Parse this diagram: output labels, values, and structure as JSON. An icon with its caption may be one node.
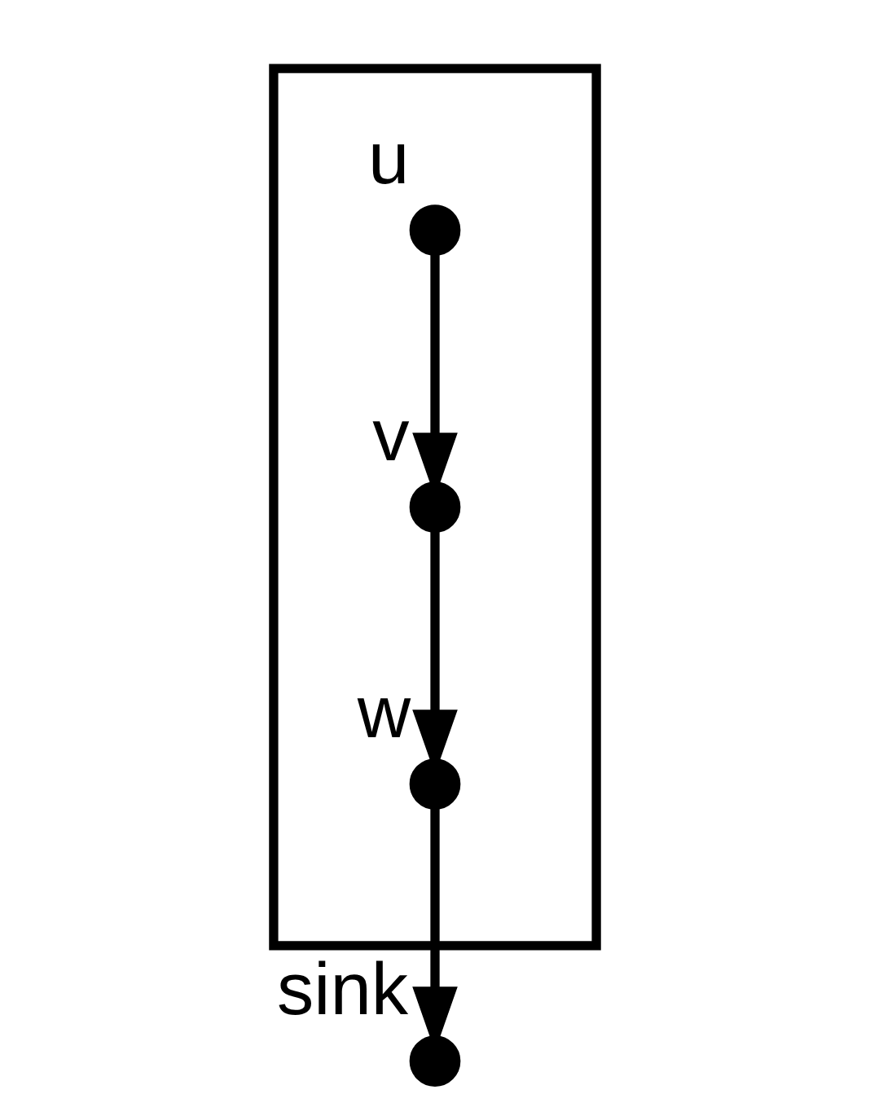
{
  "diagram": {
    "nodes": [
      {
        "text": [],
        "shape": "box"
      },
      {
        "text": [],
        "shape": "circle",
        "beside": [
          "u"
        ],
        "in": 0
      },
      {
        "text": [],
        "shape": "circle",
        "beside": [
          "v"
        ],
        "in": 0
      },
      {
        "text": [],
        "shape": "circle",
        "beside": [
          "w"
        ],
        "in": 0
      },
      {
        "text": [],
        "shape": "circle",
        "beside": [
          "sink"
        ]
      }
    ],
    "edges": [
      {
        "from": 1,
        "to": 2,
        "arrow": "to"
      },
      {
        "from": 2,
        "to": 3,
        "arrow": "to"
      },
      {
        "from": 3,
        "to": 4,
        "arrow": "to"
      }
    ]
  }
}
